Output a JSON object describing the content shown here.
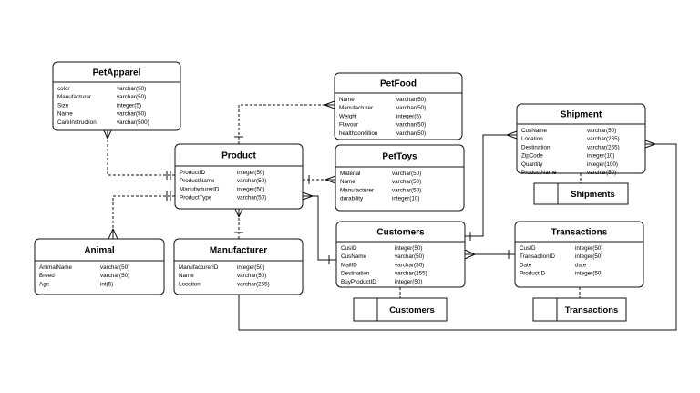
{
  "entities": [
    {
      "id": "PetApparel",
      "title": "PetApparel",
      "attrs": [
        [
          "color",
          "varchar(50)"
        ],
        [
          "Manufacturer",
          "varchar(50)"
        ],
        [
          "Size",
          "integer(5)"
        ],
        [
          "Name",
          "varchar(50)"
        ],
        [
          "CareInstruction",
          "varchar(500)"
        ]
      ]
    },
    {
      "id": "PetFood",
      "title": "PetFood",
      "attrs": [
        [
          "Name",
          "varchar(50)"
        ],
        [
          "Manufacturer",
          "varchar(50)"
        ],
        [
          "Weight",
          "integer(5)"
        ],
        [
          "Flavour",
          "varchar(50)"
        ],
        [
          "healthcondition",
          "varchar(50)"
        ]
      ]
    },
    {
      "id": "Shipment",
      "title": "Shipment",
      "attrs": [
        [
          "CusName",
          "varchar(50)"
        ],
        [
          "Location",
          "varchar(255)"
        ],
        [
          "Destination",
          "varchar(255)"
        ],
        [
          "ZipCode",
          "integer(10)"
        ],
        [
          "Quantity",
          "integer(100)"
        ],
        [
          "ProductName",
          "varchar(50)"
        ]
      ]
    },
    {
      "id": "Product",
      "title": "Product",
      "attrs": [
        [
          "ProductID",
          "integer(50)"
        ],
        [
          "ProductName",
          "varchar(50)"
        ],
        [
          "ManufacturerID",
          "integer(50)"
        ],
        [
          "ProductType",
          "varchar(50)"
        ]
      ]
    },
    {
      "id": "PetToys",
      "title": "PetToys",
      "attrs": [
        [
          "Material",
          "varchar(50)"
        ],
        [
          "Name",
          "varchar(50)"
        ],
        [
          "Manufacturer",
          "varchar(50)"
        ],
        [
          "durability",
          "integer(10)"
        ]
      ]
    },
    {
      "id": "Customers",
      "title": "Customers",
      "attrs": [
        [
          "CusID",
          "integer(50)"
        ],
        [
          "CusName",
          "varchar(50)"
        ],
        [
          "MailID",
          "varchar(50)"
        ],
        [
          "Destination",
          "varchar(255)"
        ],
        [
          "BuyProductID",
          "integer(50)"
        ]
      ]
    },
    {
      "id": "Transactions",
      "title": "Transactions",
      "attrs": [
        [
          "CusID",
          "integer(50)"
        ],
        [
          "TransactionID",
          "integer(50)"
        ],
        [
          "Date",
          "date"
        ],
        [
          "ProductID",
          "integer(50)"
        ]
      ]
    },
    {
      "id": "Animal",
      "title": "Animal",
      "attrs": [
        [
          "AnimalName",
          "varchar(50)"
        ],
        [
          "Breed",
          "varchar(50)"
        ],
        [
          "Age",
          "int(5)"
        ]
      ]
    },
    {
      "id": "Manufacturer",
      "title": "Manufacturer",
      "attrs": [
        [
          "ManufacturerID",
          "integer(50)"
        ],
        [
          "Name",
          "varchar(50)"
        ],
        [
          "Location",
          "varchar(255)"
        ]
      ]
    }
  ],
  "views": [
    {
      "id": "Shipments",
      "title": "Shipments"
    },
    {
      "id": "CustomersView",
      "title": "Customers"
    },
    {
      "id": "TransactionsView",
      "title": "Transactions"
    }
  ]
}
